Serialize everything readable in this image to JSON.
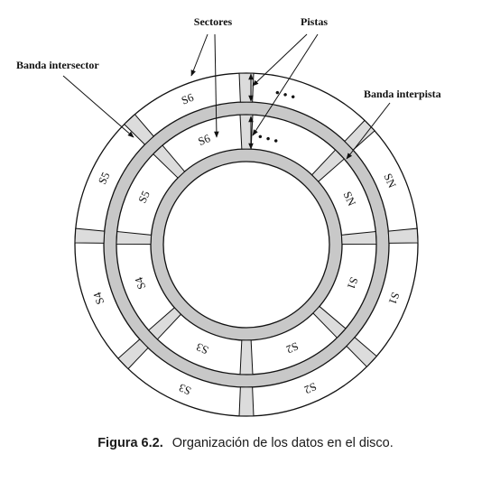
{
  "labels": {
    "sectores": "Sectores",
    "pistas": "Pistas",
    "banda_intersector": "Banda intersector",
    "banda_interpista": "Banda interpista"
  },
  "outer_track_sectors": [
    "S6",
    "SN",
    "S1",
    "S2",
    "S3",
    "S4",
    "S5"
  ],
  "inner_track_sectors": [
    "S6",
    "SN",
    "S1",
    "S2",
    "S3",
    "S4",
    "S5"
  ],
  "ellipsis": "• • •",
  "caption": {
    "number": "Figura 6.2.",
    "text": "Organización de los datos en el disco."
  }
}
